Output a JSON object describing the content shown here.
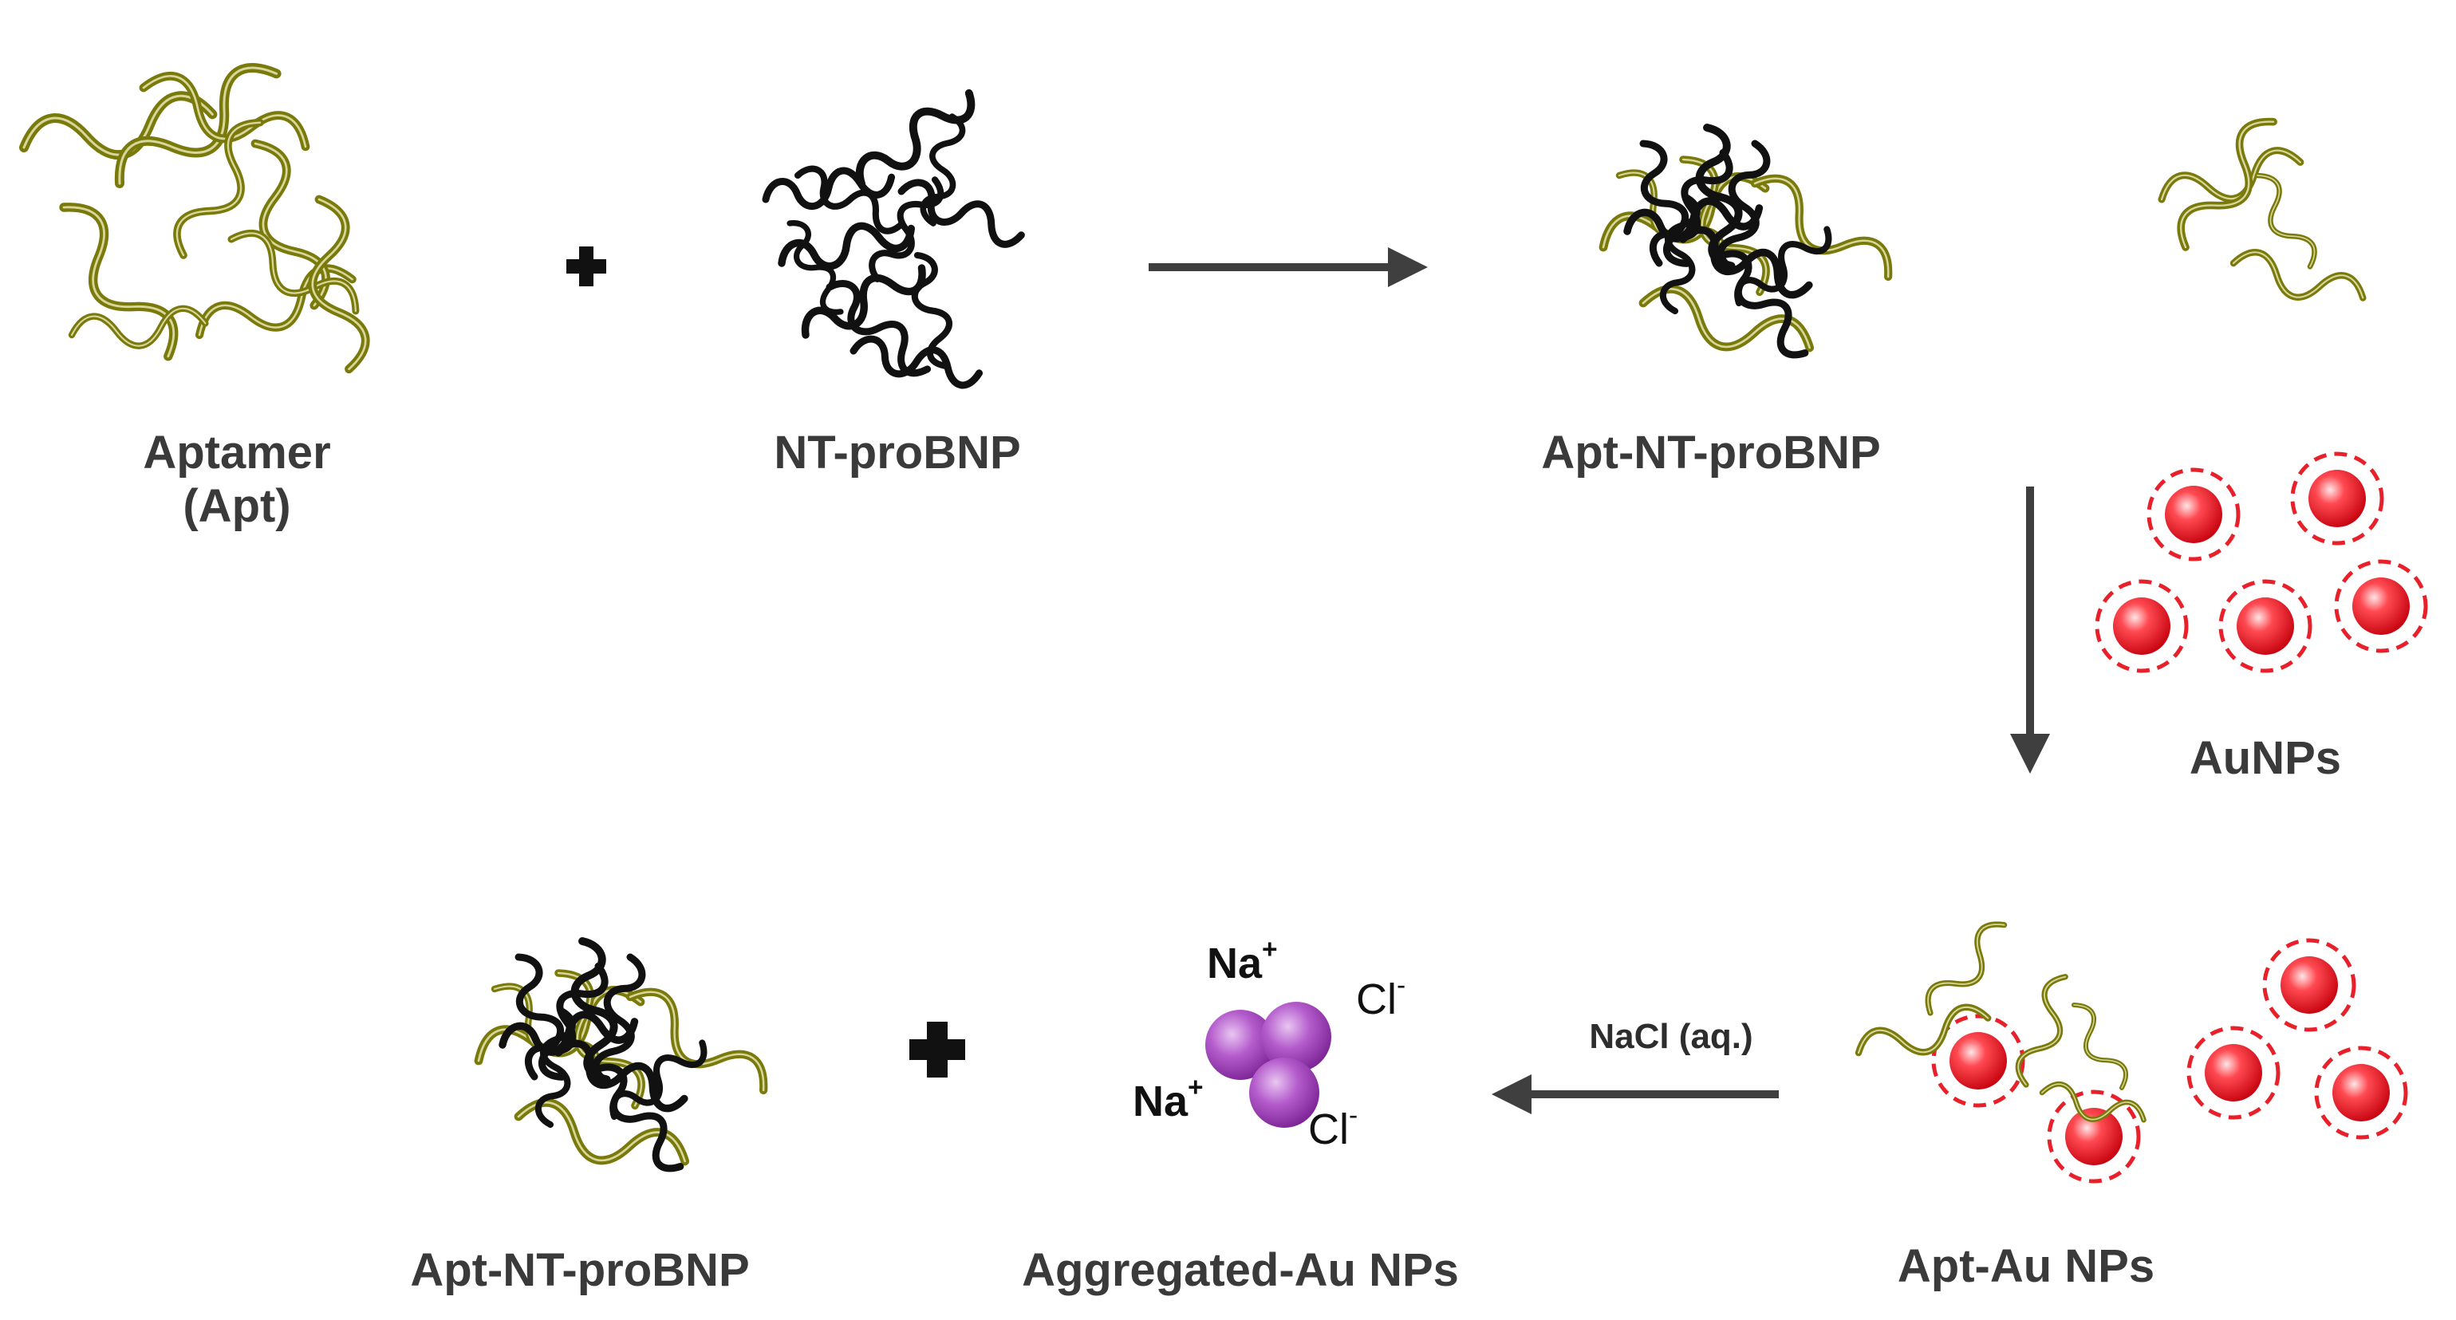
{
  "labels": {
    "aptamer": "Aptamer",
    "aptamer_abbr": "(Apt)",
    "protein": "NT-proBNP",
    "complex_top": "Apt-NT-proBNP",
    "aunps": "AuNPs",
    "complex_bottom": "Apt-NT-proBNP",
    "aggregated": "Aggregated-Au NPs",
    "apt_au": "Apt-Au NPs",
    "nacl": "NaCl (aq.)"
  },
  "ions": {
    "na_1": "Na",
    "na_1_charge": "+",
    "cl_1": "Cl",
    "cl_1_charge": "-",
    "na_2": "Na",
    "na_2_charge": "+",
    "cl_2": "Cl",
    "cl_2_charge": "-"
  },
  "colors": {
    "aptamer": "#7a7a0c",
    "protein": "#111111",
    "arrow": "#3f3f3f",
    "gold_np": "#e8202a",
    "gold_ring": "#e8202a",
    "salt": "#9b3fb5"
  }
}
